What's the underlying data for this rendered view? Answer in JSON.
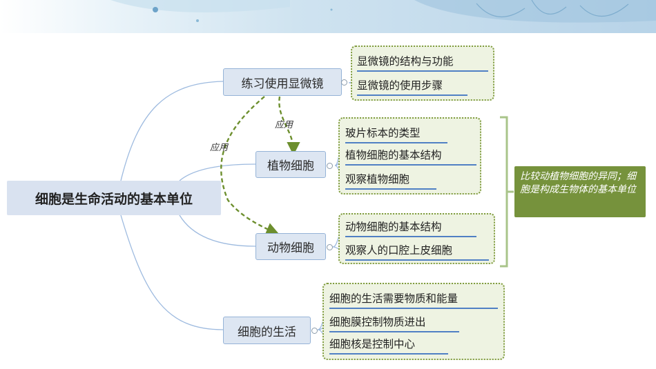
{
  "root": {
    "label": "细胞是生命活动的基本单位"
  },
  "branches": {
    "microscope": {
      "label": "练习使用显微镜",
      "items": [
        "显微镜的结构与功能",
        "显微镜的使用步骤"
      ]
    },
    "plant_cell": {
      "label": "植物细胞",
      "items": [
        "玻片标本的类型",
        "植物细胞的基本结构",
        "观察植物细胞"
      ]
    },
    "animal_cell": {
      "label": "动物细胞",
      "items": [
        "动物细胞的基本结构",
        "观察人的口腔上皮细胞"
      ]
    },
    "cell_life": {
      "label": "细胞的生活",
      "items": [
        "细胞的生活需要物质和能量",
        "细胞膜控制物质进出",
        "细胞核是控制中心"
      ]
    }
  },
  "relations": {
    "apply_1": "应用",
    "apply_2": "应用"
  },
  "summary": {
    "text": "比较动植物细胞的异同；细胞是构成生物体的基本单位"
  },
  "colors": {
    "root_fill": "#d9e2f0",
    "branch_border": "#95b3d7",
    "group_border": "#7f9b3d",
    "group_fill": "#eef3e2",
    "summary_fill": "#76923c",
    "connector": "#9dbadf",
    "arrow": "#6d8f2e",
    "underline": "#4f7fc4"
  }
}
